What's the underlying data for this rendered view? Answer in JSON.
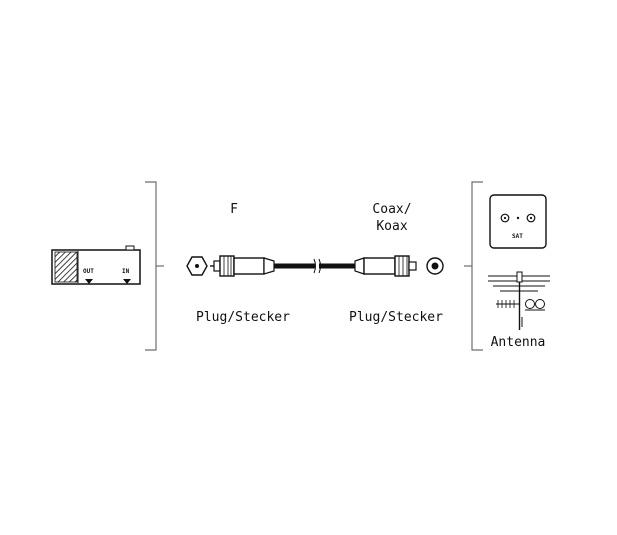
{
  "colors": {
    "ink": "#111111",
    "gray": "#6e6e6e",
    "paper": "#ffffff"
  },
  "labels": {
    "f_connector": "F",
    "coax_line1": "Coax/",
    "coax_line2": "Koax",
    "plug_left": "Plug/Stecker",
    "plug_right": "Plug/Stecker",
    "antenna": "Antenna",
    "box_out": "OUT",
    "box_in": "IN",
    "wall_sat": "SAT"
  }
}
